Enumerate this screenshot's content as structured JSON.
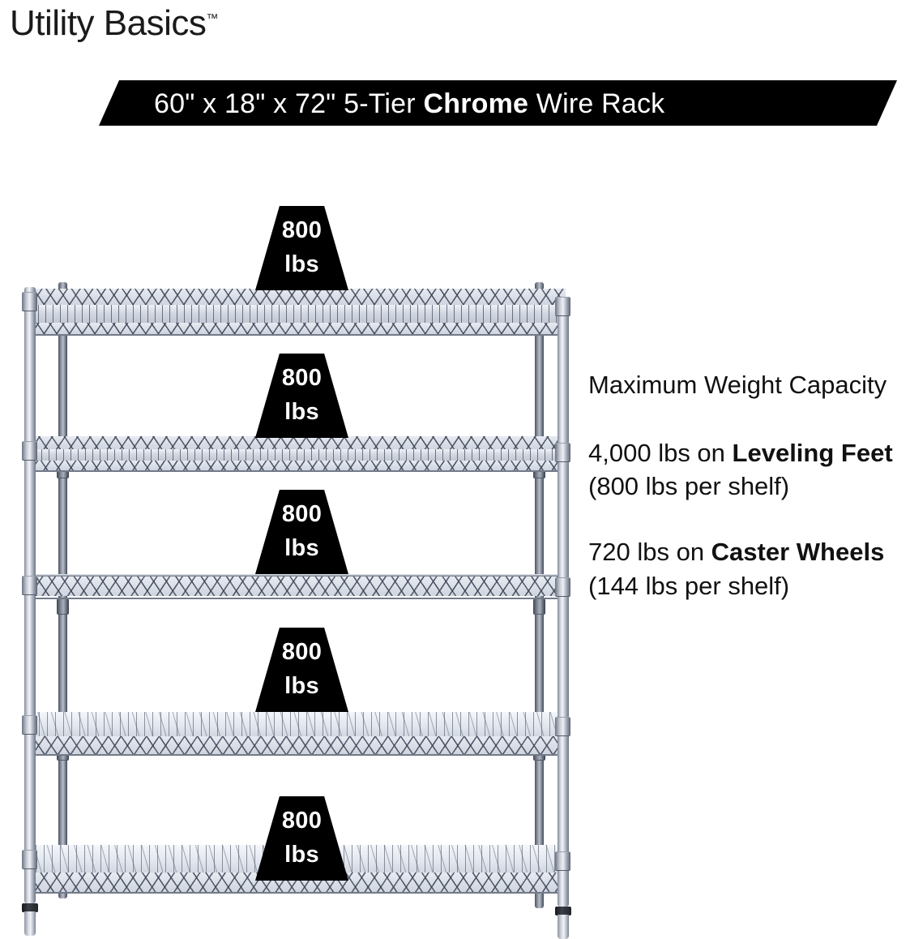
{
  "brand": {
    "name": "Utility Basics",
    "trademark": "™"
  },
  "banner": {
    "text_before": "60\" x 18\" x 72\" 5-Tier ",
    "text_bold": "Chrome",
    "text_after": " Wire Rack",
    "background_color": "#000000",
    "text_color": "#ffffff"
  },
  "info": {
    "heading": "Maximum Weight Capacity",
    "paragraph1": {
      "lead": "4,000 lbs on ",
      "bold": "Leveling Feet",
      "tail": " (800 lbs per shelf)"
    },
    "paragraph2": {
      "lead": "720 lbs on ",
      "bold": "Caster Wheels",
      "tail": " (144 lbs per shelf)"
    }
  },
  "product": {
    "tier_count": 5,
    "chrome_light": "#eef1f6",
    "chrome_mid": "#c2c8d4",
    "chrome_dark": "#5a6070",
    "badges": [
      {
        "value": "800",
        "unit": "lbs"
      },
      {
        "value": "800",
        "unit": "lbs"
      },
      {
        "value": "800",
        "unit": "lbs"
      },
      {
        "value": "800",
        "unit": "lbs"
      },
      {
        "value": "800",
        "unit": "lbs"
      }
    ]
  }
}
